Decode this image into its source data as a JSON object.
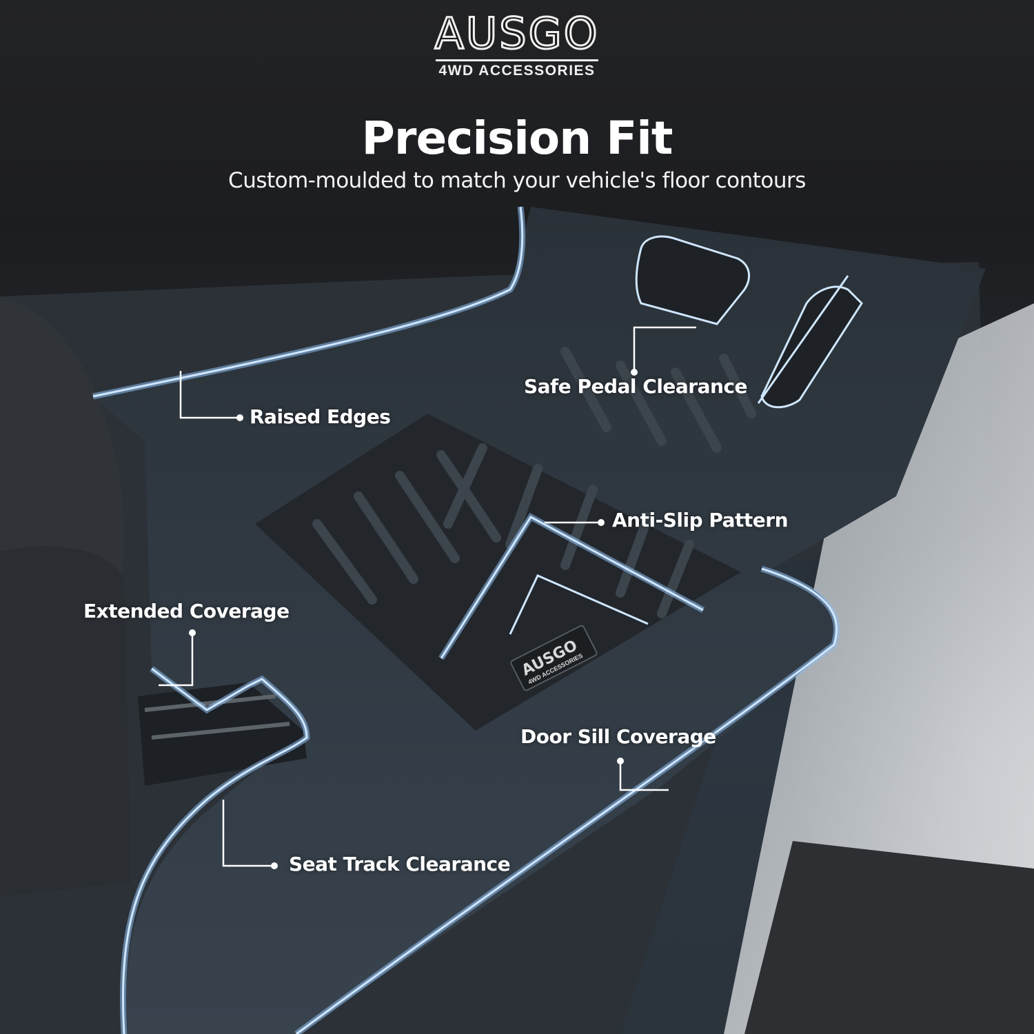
{
  "brand": {
    "wordmark": "AUSGO",
    "tagline": "4WD ACCESSORIES"
  },
  "headline": "Precision Fit",
  "subheadline": "Custom-moulded to match your vehicle's floor contours",
  "callouts": {
    "raised_edges": "Raised Edges",
    "safe_pedal_clearance": "Safe Pedal Clearance",
    "anti_slip_pattern": "Anti-Slip Pattern",
    "extended_coverage": "Extended Coverage",
    "door_sill_coverage": "Door Sill Coverage",
    "seat_track_clearance": "Seat Track Clearance"
  },
  "mat_badge": {
    "wordmark": "AUSGO",
    "tagline": "4WD ACCESSORIES"
  },
  "colors": {
    "outline_glow": "#cfe6ff",
    "text": "#ffffff",
    "background": "#1e1f22"
  }
}
